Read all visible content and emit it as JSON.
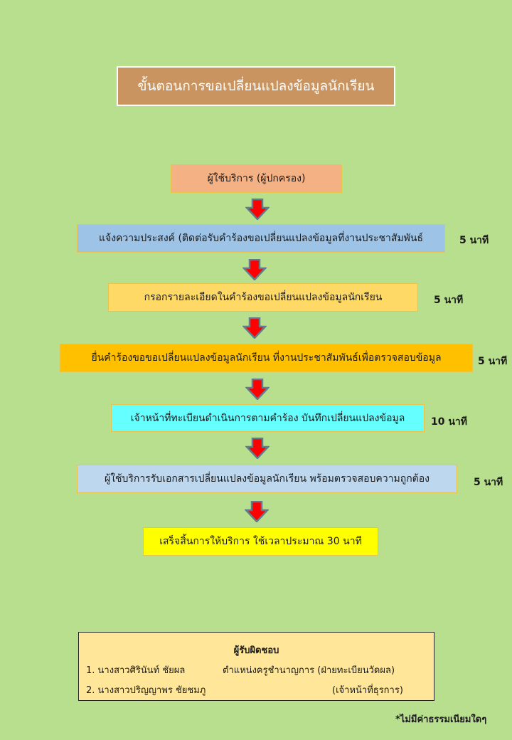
{
  "title": "ขั้นตอนการขอเปลี่ยนแปลงข้อมูลนักเรียน",
  "steps": [
    {
      "label": "ผู้ใช้บริการ (ผู้ปกครอง)",
      "time": "",
      "color": "#f4b183"
    },
    {
      "label": "แจ้งความประสงค์ (ติดต่อรับคำร้องขอเปลี่ยนแปลงข้อมูลที่งานประชาสัมพันธ์",
      "time": "5 นาที",
      "color": "#9dc3e6"
    },
    {
      "label": "กรอกรายละเอียดในคำร้องขอเปลี่ยนแปลงข้อมูลนักเรียน",
      "time": "5 นาที",
      "color": "#ffd966"
    },
    {
      "label": "ยื่นคำร้องขอขอเปลี่ยนแปลงข้อมูลนักเรียน  ที่งานประชาสัมพันธ์เพื่อตรวจสอบข้อมูล",
      "time": "5 นาที",
      "color": "#ffc000"
    },
    {
      "label": "เจ้าหน้าที่ทะเบียนดำเนินการตามคำร้อง  บันทึกเปลี่ยนแปลงข้อมูล",
      "time": "10 นาที",
      "color": "#66ffff"
    },
    {
      "label": "ผู้ใช้บริการรับเอกสารเปลี่ยนแปลงข้อมูลนักเรียน  พร้อมตรวจสอบความถูกต้อง",
      "time": "5 นาที",
      "color": "#bdd7ee"
    },
    {
      "label": "เสร็จสิ้นการให้บริการ ใช้เวลาประมาณ 30 นาที",
      "time": "",
      "color": "#ffff00"
    }
  ],
  "responsible": {
    "heading": "ผู้รับผิดชอบ",
    "people": [
      {
        "name": "1. นางสาวศิรินันท์ ชัยผล",
        "position": "ตำแหน่งครูชำนาญการ (ฝ่ายทะเบียนวัดผล)"
      },
      {
        "name": "2. นางสาวปริญญาพร ชัยชมภู",
        "position": "(เจ้าหน้าที่ธุรการ)"
      }
    ]
  },
  "note": "*ไม่มีค่าธรรมเนียมใดๆ",
  "colors": {
    "background": "#b8df8e",
    "arrow_fill": "#ff0000",
    "arrow_outline": "#5f7d8c"
  }
}
